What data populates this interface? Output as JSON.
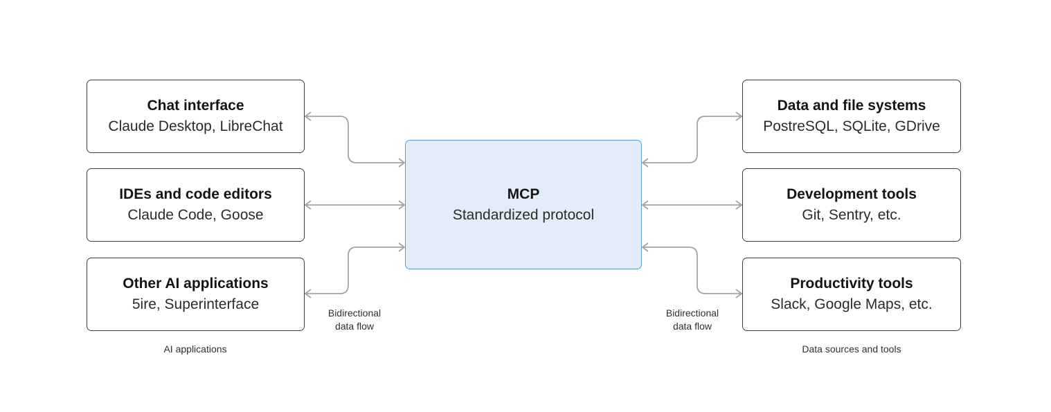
{
  "diagram": {
    "center": {
      "title": "MCP",
      "subtitle": "Standardized protocol"
    },
    "left_group": {
      "label": "AI applications",
      "flow_label_line1": "Bidirectional",
      "flow_label_line2": "data flow",
      "boxes": [
        {
          "title": "Chat interface",
          "subtitle": "Claude Desktop, LibreChat"
        },
        {
          "title": "IDEs and code editors",
          "subtitle": "Claude Code, Goose"
        },
        {
          "title": "Other AI applications",
          "subtitle": "5ire, Superinterface"
        }
      ]
    },
    "right_group": {
      "label": "Data sources and tools",
      "flow_label_line1": "Bidirectional",
      "flow_label_line2": "data flow",
      "boxes": [
        {
          "title": "Data and file systems",
          "subtitle": "PostreSQL, SQLite, GDrive"
        },
        {
          "title": "Development tools",
          "subtitle": "Git, Sentry, etc."
        },
        {
          "title": "Productivity tools",
          "subtitle": "Slack, Google Maps, etc."
        }
      ]
    },
    "colors": {
      "center_fill": "#e3edf9",
      "center_border": "#5b9bd5",
      "box_border": "#3d3d3d",
      "connector": "#a3a3a3"
    }
  }
}
